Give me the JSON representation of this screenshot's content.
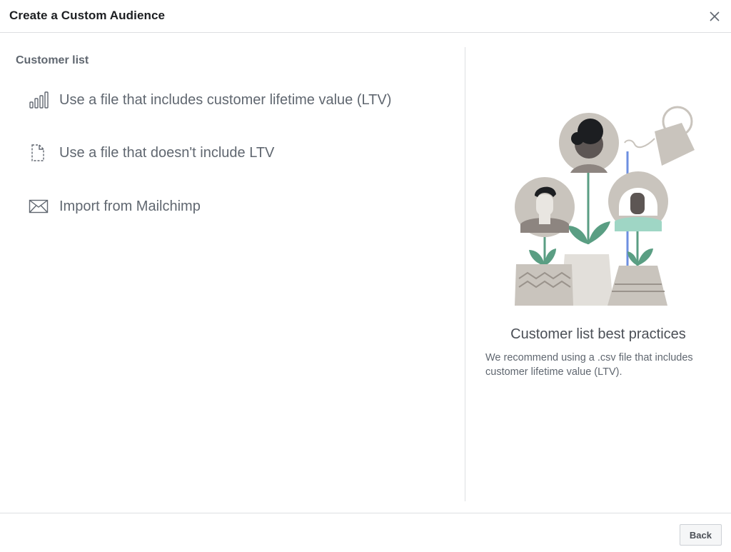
{
  "dialog": {
    "title": "Create a Custom Audience",
    "close_icon": "close-icon"
  },
  "left": {
    "section_title": "Customer list",
    "options": [
      {
        "label": "Use a file that includes customer lifetime value (LTV)",
        "icon": "bar-chart-icon"
      },
      {
        "label": "Use a file that doesn't include LTV",
        "icon": "file-icon"
      },
      {
        "label": "Import from Mailchimp",
        "icon": "envelope-icon"
      }
    ]
  },
  "right": {
    "illustration": "plant-people-illustration",
    "title": "Customer list best practices",
    "description": "We recommend using a .csv file that includes customer lifetime value (LTV)."
  },
  "footer": {
    "back_label": "Back"
  },
  "colors": {
    "border": "#dddfe2",
    "text_muted": "#606770",
    "leaf_green": "#5a9e83",
    "pot_gray": "#c9c4bd",
    "accent_blue": "#6d8fe0"
  }
}
